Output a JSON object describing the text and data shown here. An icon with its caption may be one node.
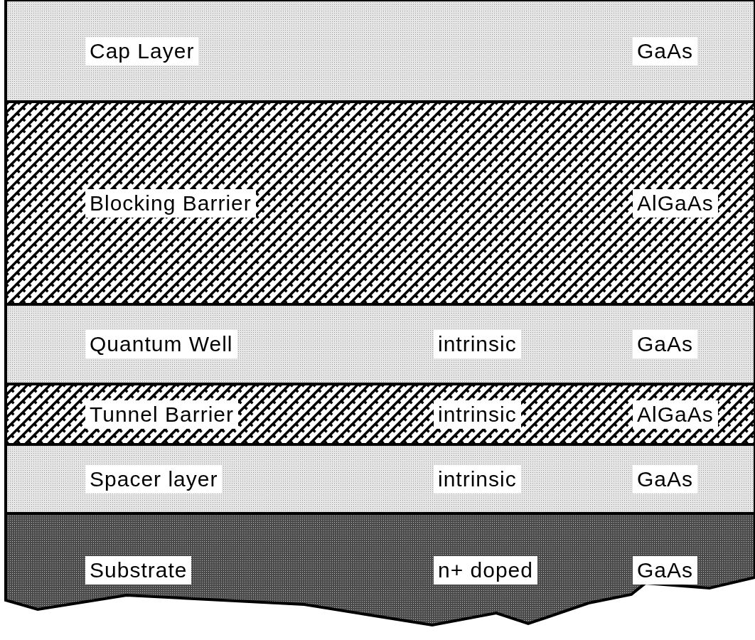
{
  "diagram": {
    "nodes": [
      {
        "text": [
          "Cap Layer",
          "GaAs"
        ]
      },
      {
        "text": [
          "Blocking Barrier",
          "AlGaAs"
        ]
      },
      {
        "text": [
          "Quantum Well",
          "intrinsic",
          "GaAs"
        ]
      },
      {
        "text": [
          "Tunnel Barrier",
          "intrinsic",
          "AlGaAs"
        ]
      },
      {
        "text": [
          "Spacer layer",
          "intrinsic",
          "GaAs"
        ]
      },
      {
        "text": [
          "Substrate",
          "n+ doped",
          "GaAs"
        ]
      }
    ]
  }
}
